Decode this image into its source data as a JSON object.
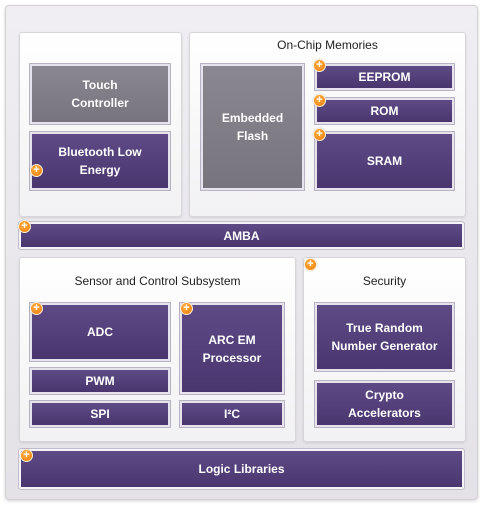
{
  "panels": {
    "on_chip_memories": "On-Chip Memories",
    "sensor_control": "Sensor and Control Subsystem",
    "security": "Security"
  },
  "blocks": {
    "touch_controller": "Touch Controller",
    "bluetooth": "Bluetooth Low Energy",
    "embedded_flash": "Embedded Flash",
    "eeprom": "EEPROM",
    "rom": "ROM",
    "sram": "SRAM",
    "amba": "AMBA",
    "adc": "ADC",
    "pwm": "PWM",
    "spi": "SPI",
    "arc_em": "ARC EM Processor",
    "i2c": "I²C",
    "trng": "True Random Number Generator",
    "crypto": "Crypto Accelerators",
    "logic_libraries": "Logic Libraries"
  },
  "colors": {
    "block_purple": "#4f3a75",
    "block_gray": "#7f7c85",
    "accent_orange": "#f28a12"
  },
  "icons": {
    "plus": "+"
  }
}
